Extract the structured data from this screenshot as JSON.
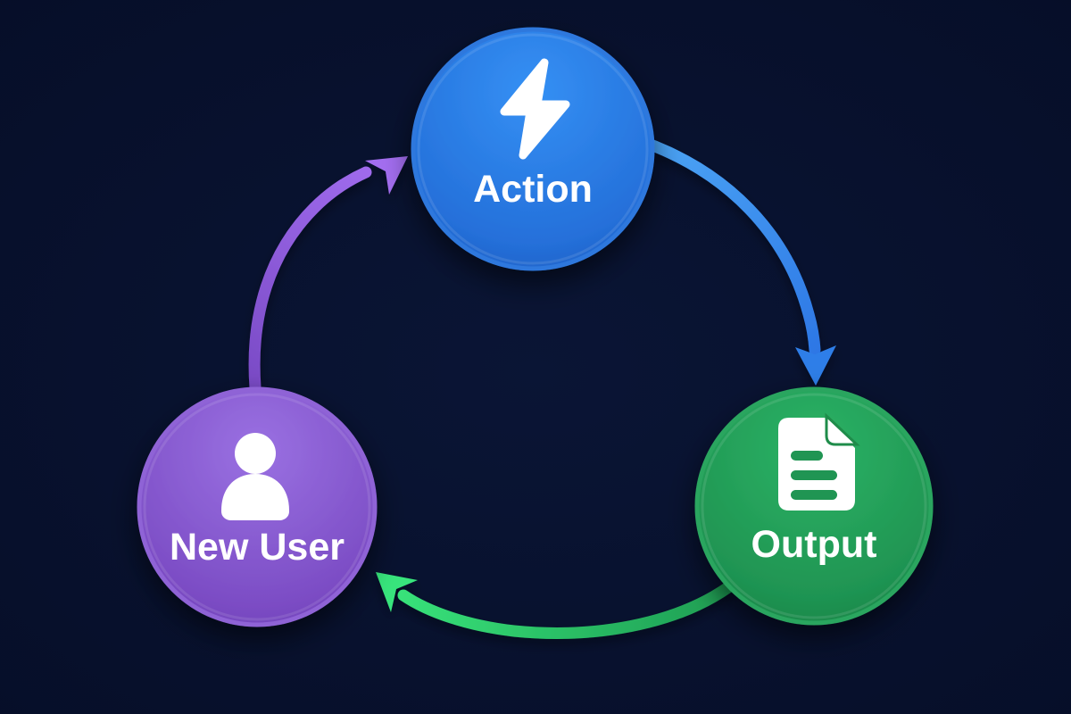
{
  "diagram": {
    "type": "cycle-flow",
    "background_color": "#081232",
    "nodes": {
      "action": {
        "label": "Action",
        "icon": "lightning-bolt-icon",
        "shape": "circle",
        "position": "top-center",
        "fill_top": "#3490f4",
        "fill_bottom": "#1c5abc",
        "rim_color": "#2e78dd",
        "icon_color": "#ffffff",
        "text_color": "#ffffff"
      },
      "output": {
        "label": "Output",
        "icon": "document-icon",
        "shape": "circle",
        "position": "bottom-right",
        "fill_top": "#2cb365",
        "fill_bottom": "#157c42",
        "rim_color": "#2aa55e",
        "icon_color": "#ffffff",
        "text_color": "#ffffff"
      },
      "new_user": {
        "label": "New User",
        "icon": "person-icon",
        "shape": "circle",
        "position": "bottom-left",
        "fill_top": "#9a71e2",
        "fill_bottom": "#6c3db4",
        "rim_color": "#8f63d6",
        "icon_color": "#ffffff",
        "text_color": "#ffffff"
      }
    },
    "edges": [
      {
        "from": "Action",
        "to": "Output",
        "style": "curved-arrow",
        "color_start": "#4aa2f4",
        "color_end": "#2b74e4"
      },
      {
        "from": "Output",
        "to": "New User",
        "style": "curved-arrow",
        "color_start": "#1f9e54",
        "color_end": "#39e57c"
      },
      {
        "from": "New User",
        "to": "Action",
        "style": "curved-arrow",
        "color_start": "#7a4bc6",
        "color_end": "#a36ef0"
      }
    ]
  }
}
